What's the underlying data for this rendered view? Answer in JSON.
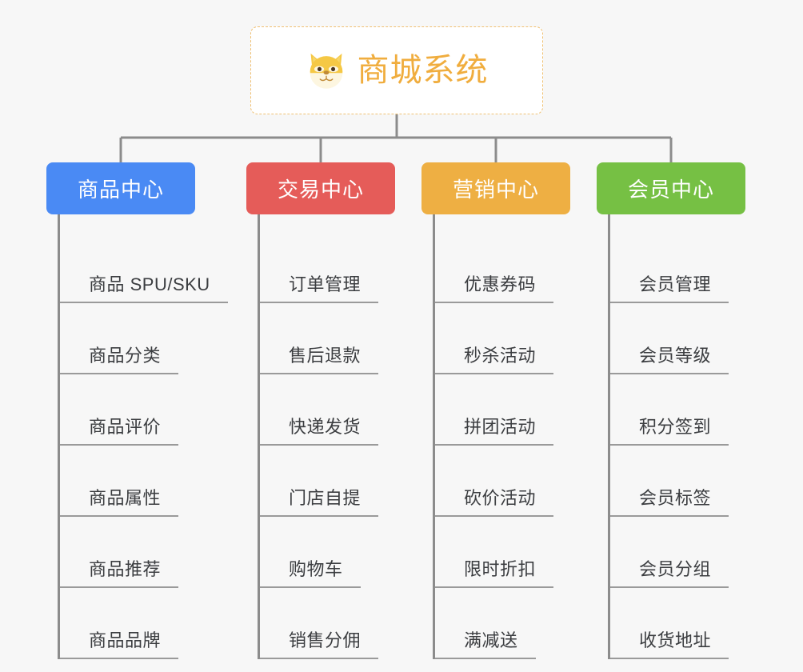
{
  "diagram": {
    "background_color": "#f7f7f7",
    "connector_color": "#8c8c8c",
    "root": {
      "title": "商城系统",
      "icon": "shiba-dog-icon",
      "text_color": "#f0ad3e",
      "border_color": "#f0c173",
      "background_color": "#ffffff"
    },
    "branches": [
      {
        "label": "商品中心",
        "color": "#4a8af4",
        "items": [
          {
            "label": "商品 SPU/SKU"
          },
          {
            "label": "商品分类"
          },
          {
            "label": "商品评价"
          },
          {
            "label": "商品属性"
          },
          {
            "label": "商品推荐"
          },
          {
            "label": "商品品牌"
          }
        ]
      },
      {
        "label": "交易中心",
        "color": "#e55c59",
        "items": [
          {
            "label": "订单管理"
          },
          {
            "label": "售后退款"
          },
          {
            "label": "快递发货"
          },
          {
            "label": "门店自提"
          },
          {
            "label": "购物车"
          },
          {
            "label": "销售分佣"
          }
        ]
      },
      {
        "label": "营销中心",
        "color": "#eeaf43",
        "items": [
          {
            "label": "优惠券码"
          },
          {
            "label": "秒杀活动"
          },
          {
            "label": "拼团活动"
          },
          {
            "label": "砍价活动"
          },
          {
            "label": "限时折扣"
          },
          {
            "label": "满减送"
          }
        ]
      },
      {
        "label": "会员中心",
        "color": "#76c044",
        "items": [
          {
            "label": "会员管理"
          },
          {
            "label": "会员等级"
          },
          {
            "label": "积分签到"
          },
          {
            "label": "会员标签"
          },
          {
            "label": "会员分组"
          },
          {
            "label": "收货地址"
          }
        ]
      }
    ]
  }
}
